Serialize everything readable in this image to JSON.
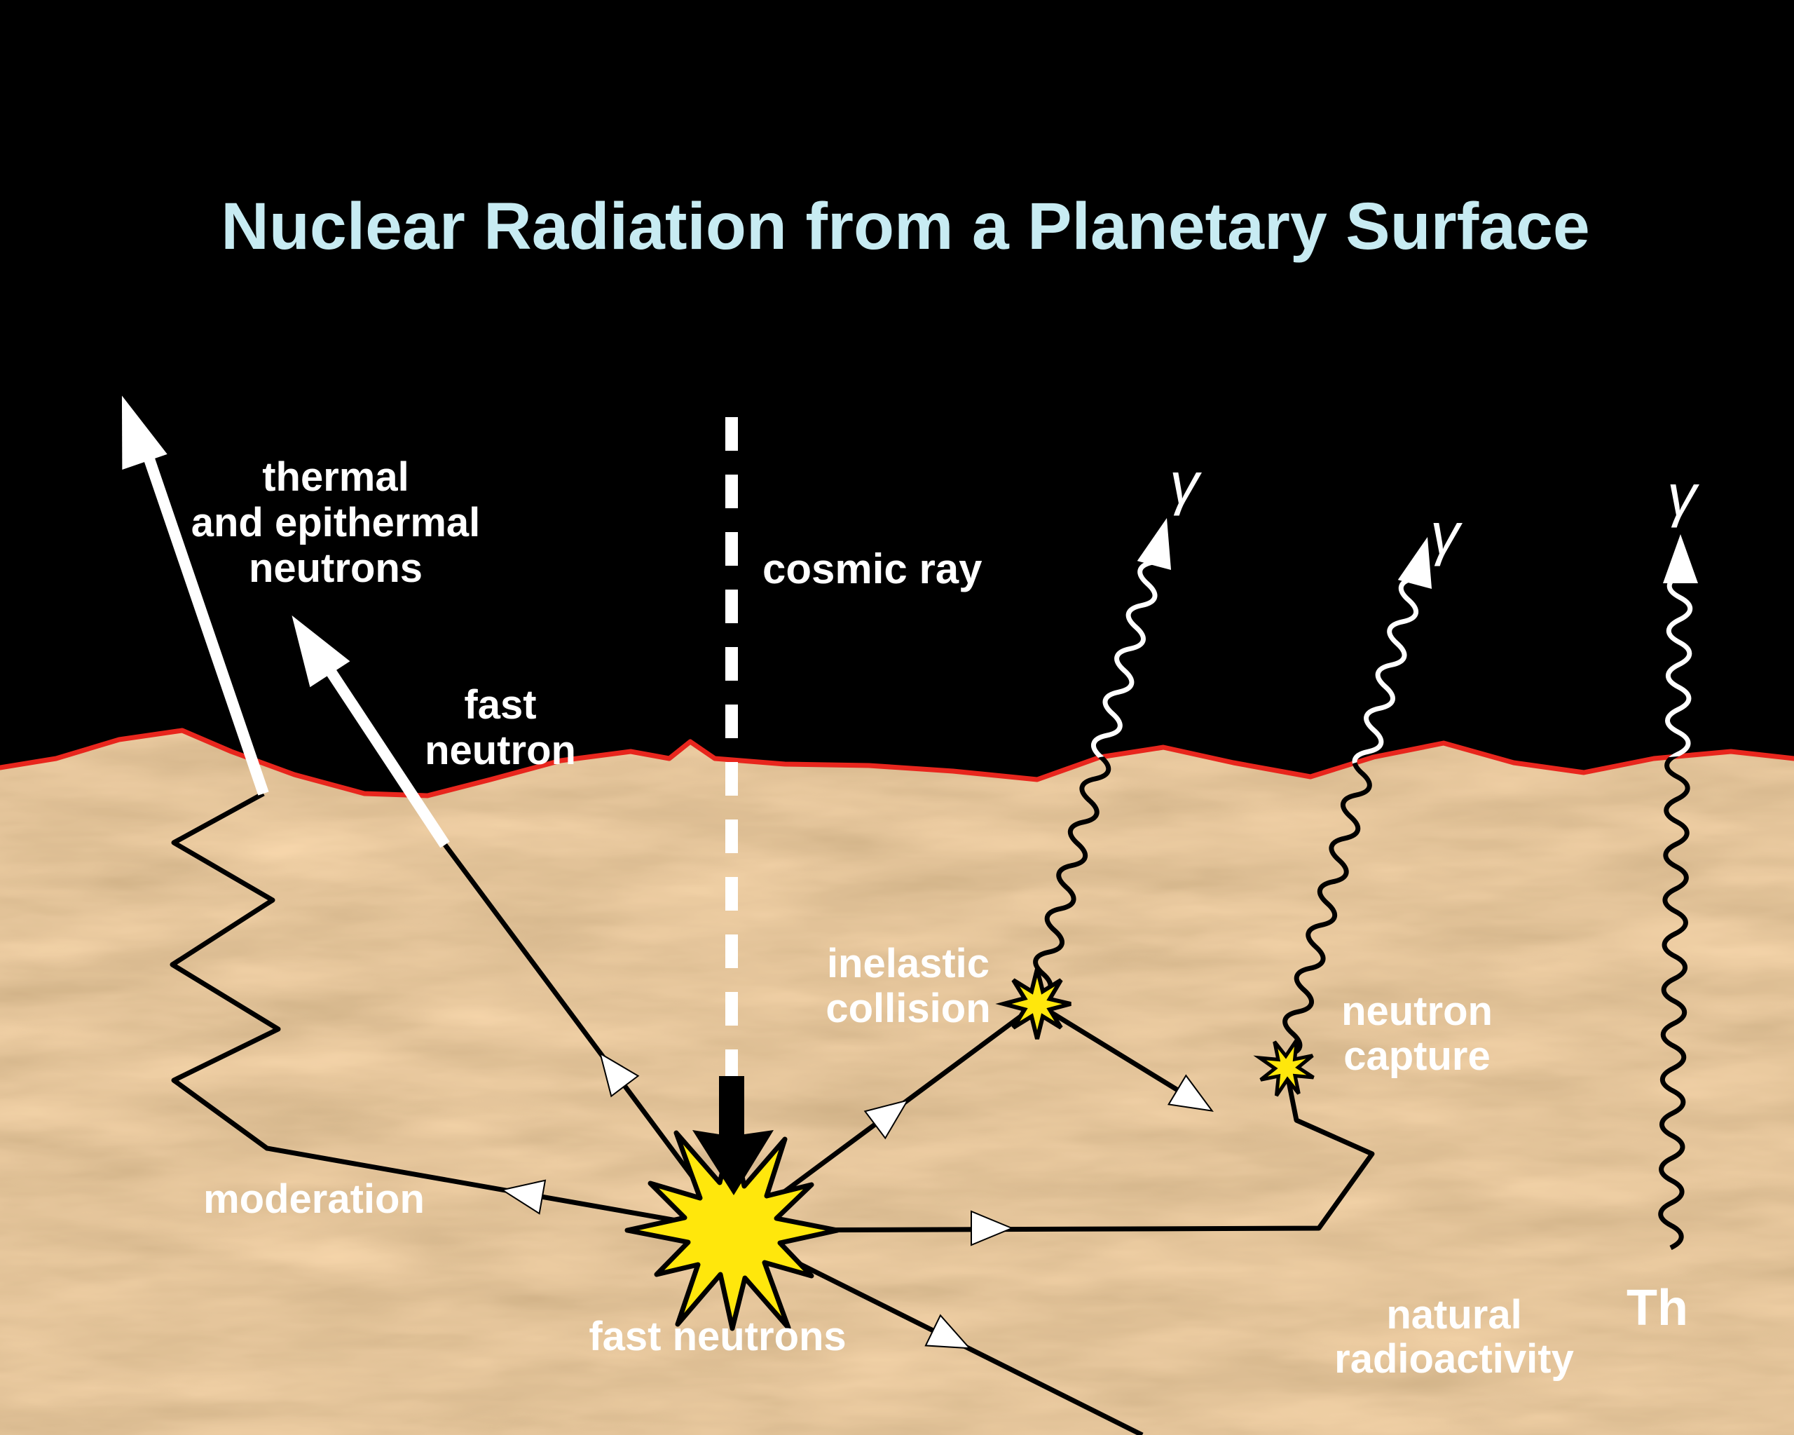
{
  "title": "Nuclear Radiation from a Planetary Surface",
  "labels": {
    "thermal_line1": "thermal",
    "thermal_line2": "and epithermal",
    "thermal_line3": "neutrons",
    "fast_neutron_line1": "fast",
    "fast_neutron_line2": "neutron",
    "cosmic_ray": "cosmic ray",
    "inelastic_line1": "inelastic",
    "inelastic_line2": "collision",
    "neutron_capture_line1": "neutron",
    "neutron_capture_line2": "capture",
    "moderation": "moderation",
    "fast_neutrons": "fast neutrons",
    "natural_line1": "natural",
    "natural_line2": "radioactivity",
    "thorium": "Th",
    "gamma_symbol": "γ"
  },
  "colors": {
    "sky": "#000000",
    "title_text": "#c7ebf2",
    "label_text": "#ffffff",
    "surface_line": "#e8261d",
    "soil_base": "#c08a52",
    "starburst_yellow": "#ffe70c",
    "neutron_path": "#000000",
    "radiation_white": "#ffffff"
  }
}
